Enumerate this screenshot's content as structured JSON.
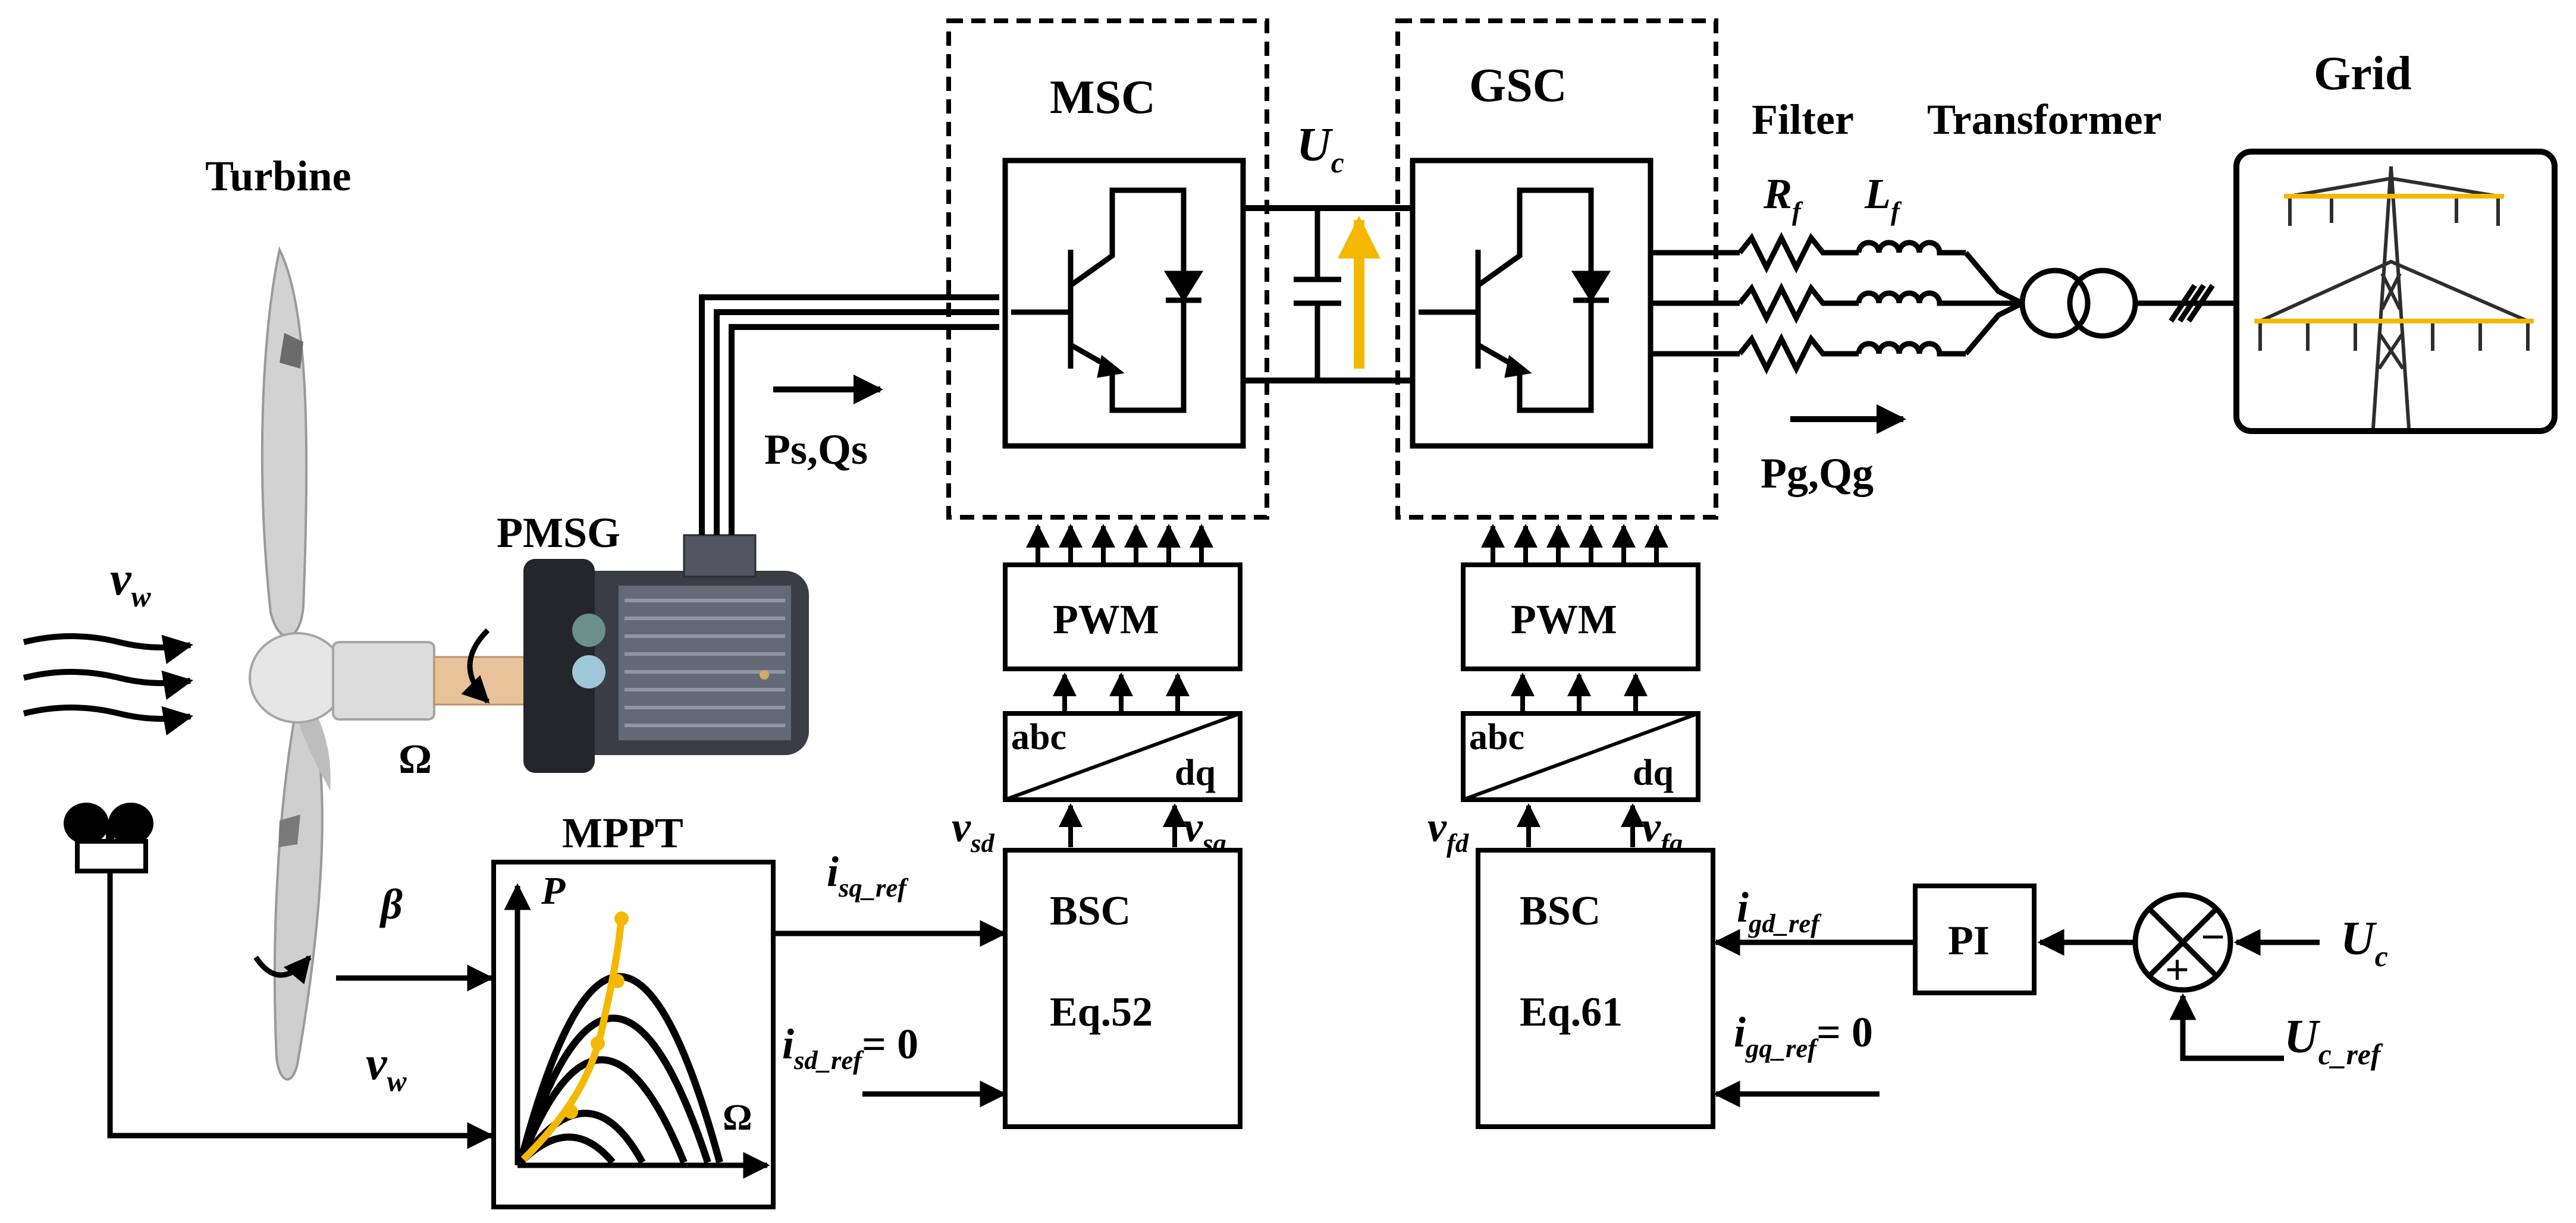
{
  "labels": {
    "turbine": "Turbine",
    "pmsg": "PMSG",
    "mppt": "MPPT",
    "msc": "MSC",
    "gsc": "GSC",
    "filter": "Filter",
    "transformer": "Transformer",
    "grid": "Grid",
    "ps_qs": "Ps,Qs",
    "pg_qg": "Pg,Qg",
    "pwm_left": "PWM",
    "pwm_right": "PWM",
    "abc_left": "abc",
    "dq_left": "dq",
    "abc_right": "abc",
    "dq_right": "dq",
    "bsc_left": "BSC",
    "bsc_right": "BSC",
    "eq_left": "Eq.52",
    "eq_right": "Eq.61",
    "pi": "PI",
    "omega_shaft": "Ω",
    "beta": "β",
    "mppt_p_axis": "P",
    "mppt_omega_axis": "Ω",
    "eq_zero_left": "= 0",
    "eq_zero_right": "= 0",
    "plus": "+",
    "minus": "−"
  },
  "symbols": {
    "vw_top": {
      "main": "v",
      "sub": "w"
    },
    "vw_bottom": {
      "main": "v",
      "sub": "w"
    },
    "uc_top": {
      "main": "U",
      "sub": "c"
    },
    "uc_right": {
      "main": "U",
      "sub": "c"
    },
    "uc_ref": {
      "main": "U",
      "sub": "c_ref"
    },
    "rf": {
      "main": "R",
      "sub": "f"
    },
    "lf": {
      "main": "L",
      "sub": "f"
    },
    "vsd": {
      "main": "v",
      "sub": "sd"
    },
    "vsq": {
      "main": "v",
      "sub": "sq"
    },
    "vfd": {
      "main": "v",
      "sub": "fd"
    },
    "vfq": {
      "main": "v",
      "sub": "fq"
    },
    "isq_ref": {
      "main": "i",
      "sub": "sq_ref"
    },
    "isd_ref": {
      "main": "i",
      "sub": "sd_ref"
    },
    "igd_ref": {
      "main": "i",
      "sub": "gd_ref"
    },
    "igq_ref": {
      "main": "i",
      "sub": "gq_ref"
    }
  },
  "colors": {
    "highlight": "#f5b800",
    "line": "#000000",
    "motor_body": "#3a3d45",
    "shaft": "#e8c39a"
  },
  "icons": [
    "wind-turbine-icon",
    "pmsg-motor-icon",
    "anemometer-icon",
    "igbt-icon",
    "capacitor-icon",
    "resistor-icon",
    "inductor-icon",
    "transformer-icon",
    "transmission-tower-icon",
    "summing-junction-icon"
  ]
}
